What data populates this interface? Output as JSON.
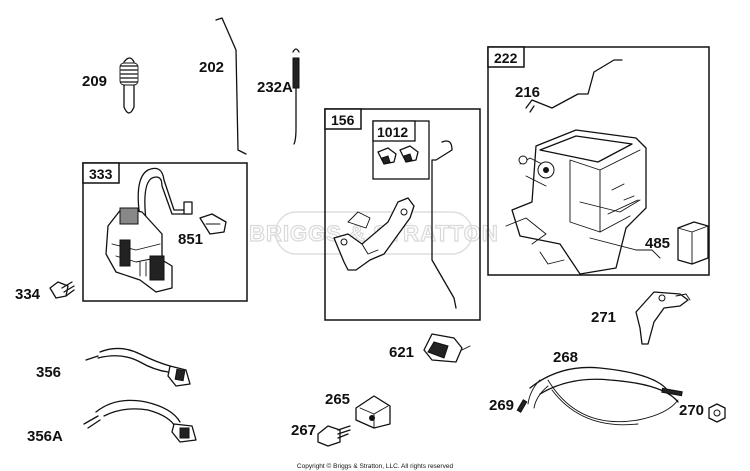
{
  "watermark": "BRIGGS & STRATTON",
  "copyright": "Copyright © Briggs & Stratton, LLC. All rights reserved",
  "callouts": [
    {
      "id": "c209",
      "label": "209"
    },
    {
      "id": "c202",
      "label": "202"
    },
    {
      "id": "c232a",
      "label": "232A"
    },
    {
      "id": "c851",
      "label": "851"
    },
    {
      "id": "c334",
      "label": "334"
    },
    {
      "id": "c216",
      "label": "216"
    },
    {
      "id": "c485",
      "label": "485"
    },
    {
      "id": "c271",
      "label": "271"
    },
    {
      "id": "c621",
      "label": "621"
    },
    {
      "id": "c268",
      "label": "268"
    },
    {
      "id": "c356",
      "label": "356"
    },
    {
      "id": "c265",
      "label": "265"
    },
    {
      "id": "c269",
      "label": "269"
    },
    {
      "id": "c270",
      "label": "270"
    },
    {
      "id": "c267",
      "label": "267"
    },
    {
      "id": "c356a",
      "label": "356A"
    }
  ],
  "kits": [
    {
      "id": "k333",
      "label": "333"
    },
    {
      "id": "k156",
      "label": "156"
    },
    {
      "id": "k1012",
      "label": "1012"
    },
    {
      "id": "k222",
      "label": "222"
    }
  ]
}
